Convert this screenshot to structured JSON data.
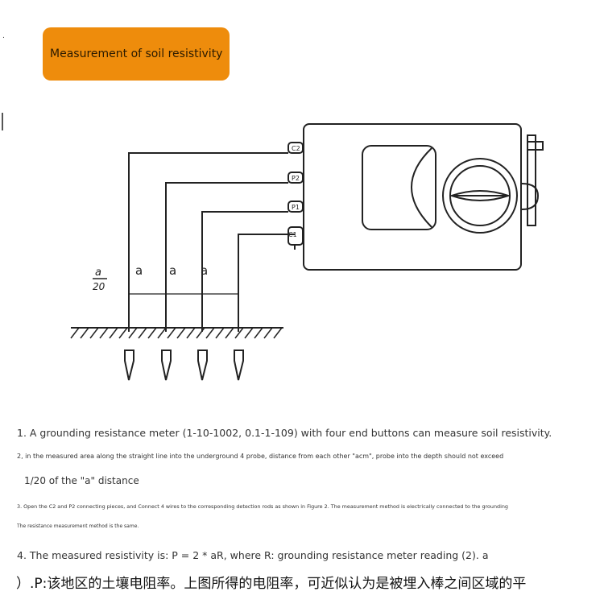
{
  "header": {
    "title": "Measurement of soil resistivity",
    "dot": "."
  },
  "diagram": {
    "terminals": [
      "C2",
      "P2",
      "P1",
      "C1"
    ],
    "spacing_labels": [
      "a",
      "a",
      "a"
    ],
    "depth_label_top": "a",
    "depth_label_bottom": "20"
  },
  "text": {
    "line1": "1. A grounding resistance meter (1-10-1002, 0.1-1-109) with four end buttons can measure soil resistivity.",
    "line2": "2, in the measured area along the straight line into the underground 4 probe, distance from each other \"acm\", probe into the depth should not exceed",
    "line3": "1/20 of the \"a\" distance",
    "line4": "3. Open the C2 and P2 connecting pieces, and Connect 4 wires to the corresponding detection rods as shown in Figure 2. The measurement method is electrically connected to the grounding",
    "line5": "The resistance measurement method is the same.",
    "line6": "4. The measured resistivity is: P = 2 * aR, where R: grounding resistance meter reading (2). a",
    "line7": "）.P:该地区的土壤电阻率。上图所得的电阻率，可近似认为是被埋入棒之间区域的平"
  }
}
